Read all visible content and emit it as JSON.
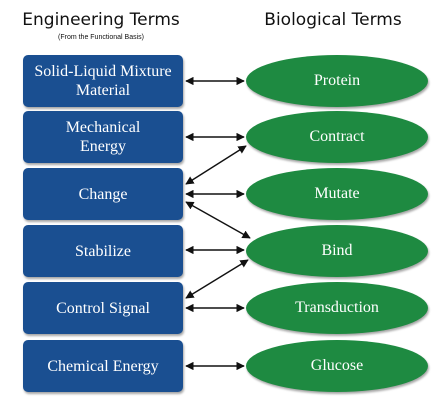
{
  "headers": {
    "engineering_title": "Engineering Terms",
    "engineering_subtitle": "(From the Functional Basis)",
    "biological_title": "Biological Terms"
  },
  "engineering_terms": [
    "Solid-Liquid Mixture Material",
    "Mechanical Energy",
    "Change",
    "Stabilize",
    "Control Signal",
    "Chemical Energy"
  ],
  "biological_terms": [
    "Protein",
    "Contract",
    "Mutate",
    "Bind",
    "Transduction",
    "Glucose"
  ],
  "links": [
    {
      "from": "Solid-Liquid Mixture Material",
      "to": "Protein"
    },
    {
      "from": "Mechanical Energy",
      "to": "Contract"
    },
    {
      "from": "Change",
      "to": "Contract"
    },
    {
      "from": "Change",
      "to": "Mutate"
    },
    {
      "from": "Change",
      "to": "Bind"
    },
    {
      "from": "Stabilize",
      "to": "Bind"
    },
    {
      "from": "Control Signal",
      "to": "Bind"
    },
    {
      "from": "Control Signal",
      "to": "Transduction"
    },
    {
      "from": "Chemical Energy",
      "to": "Glucose"
    }
  ],
  "colors": {
    "engineering_box": "#1a4f91",
    "biological_ellipse": "#1e8a41",
    "arrow": "#111111"
  }
}
